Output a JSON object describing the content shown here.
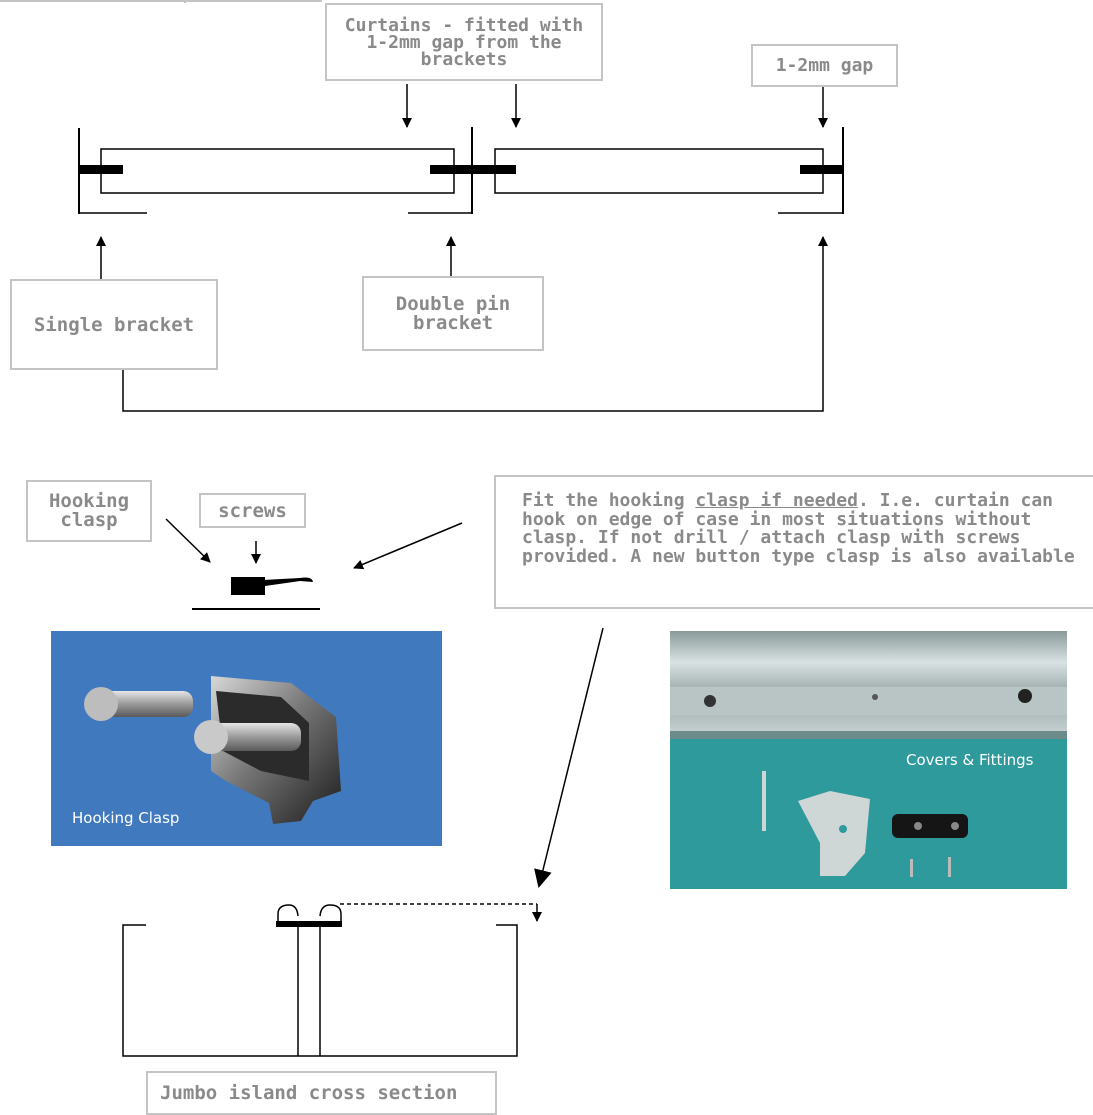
{
  "labels": {
    "curtains": [
      "Curtains - fitted with",
      "1-2mm gap from the",
      "brackets"
    ],
    "gap": "1-2mm gap",
    "single_bracket": "Single bracket",
    "double_pin": [
      "Double pin",
      "bracket"
    ],
    "hooking_clasp": [
      "Hooking",
      "clasp"
    ],
    "screws": "screws",
    "fit_note": {
      "lead": "Fit the hooking ",
      "underlined": "clasp if needed",
      "rest": ". I.e. curtain can hook on edge of case in most situations without clasp. If not drill / attach clasp with screws provided. A new button type clasp is also available"
    },
    "cross_section": "Jumbo island cross section"
  },
  "photos": {
    "hooking_clasp_caption": "Hooking Clasp",
    "covers_caption": "Covers & Fittings"
  },
  "colors": {
    "label_border": "#c4c4c4",
    "label_text": "#8a8a8a",
    "clasp_photo_bg": "#4179bf",
    "covers_photo_bg": "#2f9a9c"
  }
}
